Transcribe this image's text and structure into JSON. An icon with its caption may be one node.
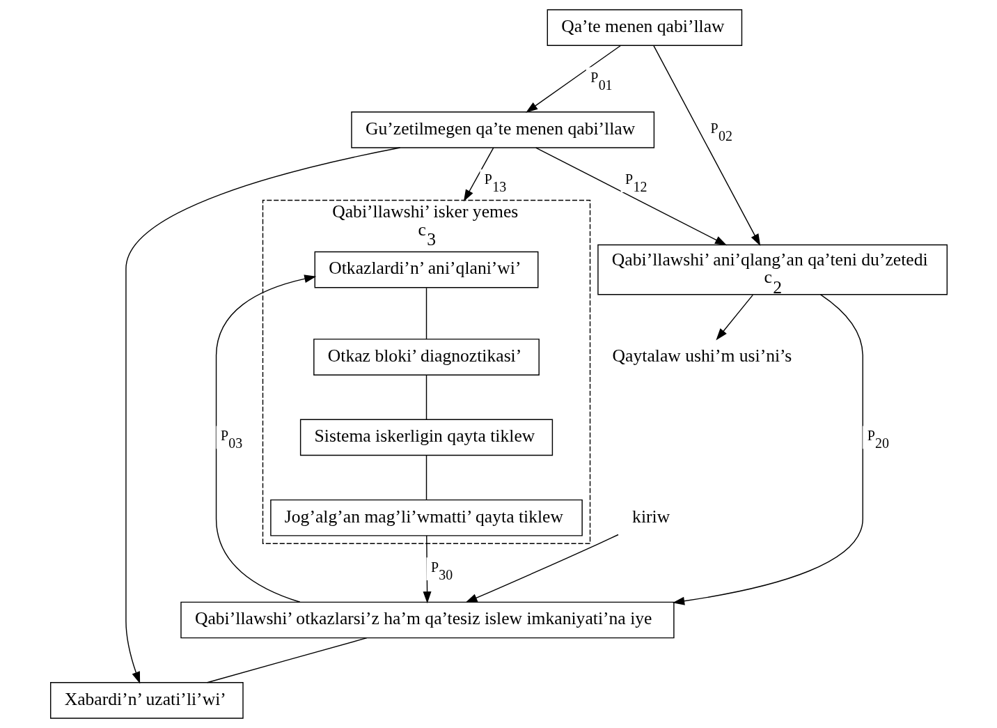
{
  "diagram": {
    "nodes": [
      {
        "text": [
          "Qabi’llawshi’ isker yemes",
          "c$_{3}$"
        ]
      },
      {
        "text": [
          "Otkazlardi’n’ ani’qlani’wi’"
        ],
        "in": 0
      },
      {
        "text": [
          "Otkaz bloki’ diagnoztikasi’"
        ],
        "in": 0
      },
      {
        "text": [
          "Sistema iskerligin qayta tiklew"
        ],
        "in": 0
      },
      {
        "text": [
          "Jog’alg’an mag’li’wmatti’ qayta tiklew"
        ],
        "in": 0
      },
      {
        "text": [
          "kiriw"
        ]
      },
      {
        "text": [
          "Qabi’llawshi’ otkazlarsi’z ha’m qa’tesiz islew imkaniyati’na iye"
        ]
      },
      {
        "text": [
          "Xabardi’n’ uzati’li’wi’"
        ]
      },
      {
        "text": [
          "Qa’te menen qabi’llaw"
        ]
      },
      {
        "text": [
          "Gu’zetilmegen qa’te menen qabi’llaw"
        ]
      },
      {
        "text": [
          "Qabi’llawshi’ ani’qlang’an qa’teni du’zetedi",
          "c$_{2}$"
        ]
      },
      {
        "text": [
          "Qaytalaw ushi’m usi’ni’s"
        ]
      }
    ],
    "edges": [
      {
        "from": 5,
        "to": 6,
        "arrow": "to"
      },
      {
        "from": 6,
        "to": 1,
        "arrow": "to",
        "label": "P$_{03}$"
      },
      {
        "from": 6,
        "to": 7,
        "arrow": "none"
      },
      {
        "from": 1,
        "to": 2,
        "arrow": "none"
      },
      {
        "from": 2,
        "to": 3,
        "arrow": "none"
      },
      {
        "from": 3,
        "to": 4,
        "arrow": "none"
      },
      {
        "from": 9,
        "to": 0,
        "arrow": "to",
        "label": "P$_{13}$"
      },
      {
        "from": 4,
        "to": 6,
        "arrow": "to",
        "label": "P$_{30}$"
      },
      {
        "from": 8,
        "to": 9,
        "arrow": "to",
        "label": "P$_{01}$"
      },
      {
        "from": 9,
        "to": 7,
        "arrow": "to"
      },
      {
        "from": 10,
        "to": 6,
        "arrow": "to",
        "label": "P$_{20}$"
      },
      {
        "from": 8,
        "to": 10,
        "arrow": "to",
        "label": "P$_{02}$"
      },
      {
        "from": 9,
        "to": 10,
        "arrow": "to",
        "label": "P$_{12}$"
      },
      {
        "from": 10,
        "to": 11,
        "arrow": "to"
      }
    ]
  }
}
